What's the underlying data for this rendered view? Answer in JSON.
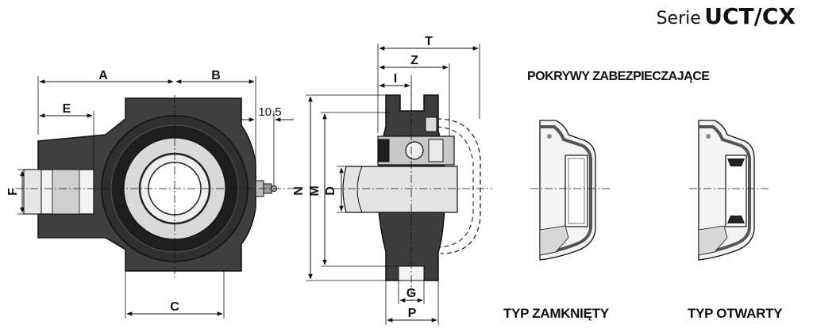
{
  "header": {
    "serie": "Serie",
    "model": "UCT/CX"
  },
  "covers_heading": "POKRYWY ZABEZPIECZAJĄCE",
  "captions": {
    "closed": "TYP ZAMKNIĘTY",
    "open": "TYP OTWARTY"
  },
  "dimensions": {
    "A": "A",
    "B": "B",
    "C": "C",
    "E": "E",
    "F": "F",
    "value_10_5": "10.5",
    "T": "T",
    "Z": "Z",
    "I": "I",
    "N": "N",
    "M": "M",
    "D": "D",
    "G": "G",
    "P": "P"
  },
  "colors": {
    "housing": "#3d3d3d",
    "insert_ring": "#d9d9d9",
    "shaft": "#e4e4e4",
    "cover": "#cfcfcf"
  }
}
